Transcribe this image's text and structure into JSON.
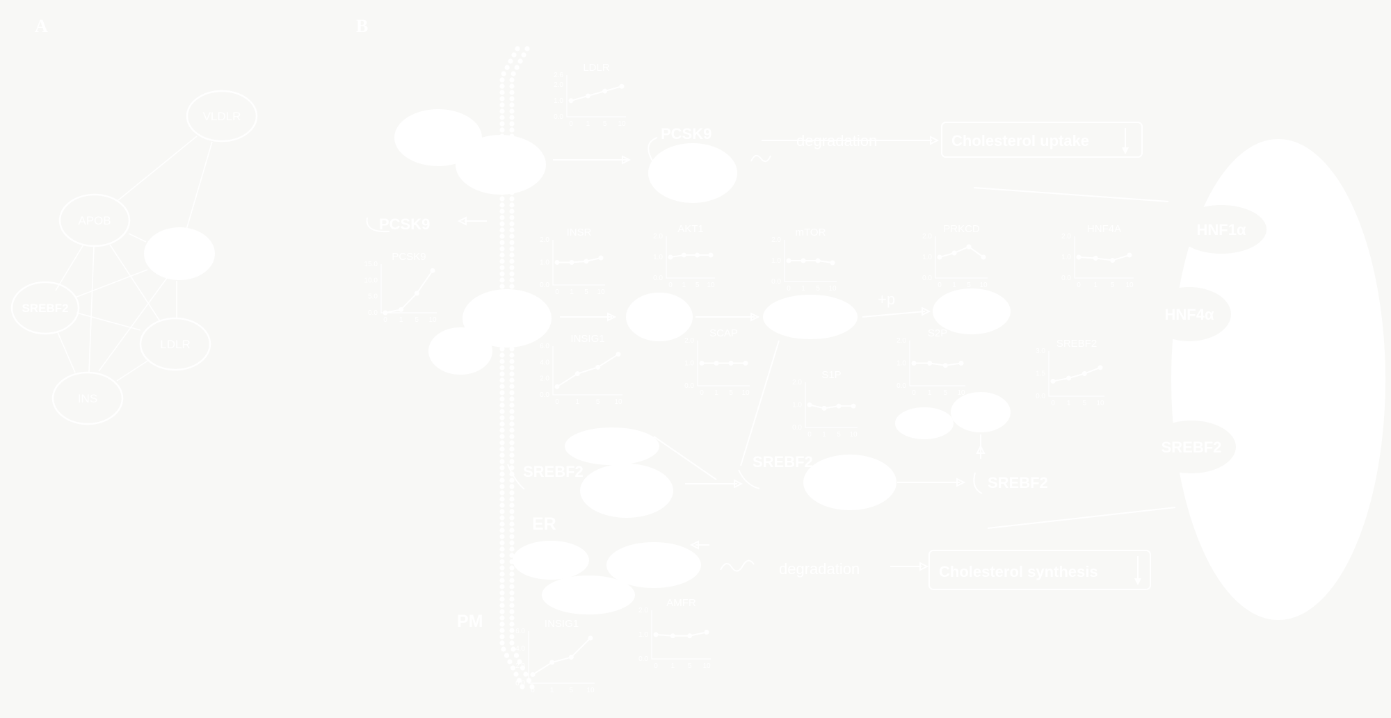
{
  "panels": {
    "a": "A",
    "b": "B"
  },
  "network": {
    "nodes": {
      "vldlr": "VLDLR",
      "apob": "APOB",
      "srebf2": "SREBF2",
      "ldlr": "LDLR",
      "ins": "INS"
    }
  },
  "pathway": {
    "pcsk9_right": "PCSK9",
    "pcsk9_left": "PCSK9",
    "degradation_top": "degradation",
    "degradation_bottom": "degradation",
    "cholesterol_uptake": "Cholesterol uptake",
    "cholesterol_synthesis": "Cholesterol synthesis",
    "plus_p": "+p",
    "srebf2_er": "SREBF2",
    "srebf2_golgi": "SREBF2",
    "srebf2_nucleus_path": "SREBF2",
    "er_label": "ER",
    "pm_label": "PM",
    "nucleus": {
      "hnf1a": "HNF1α",
      "hnf4a": "HNF4α",
      "srebf2": "SREBF2"
    }
  },
  "colors": {
    "background": "#f8f8f6",
    "foreground": "#ffffff"
  },
  "chart_data": [
    {
      "id": "ldlr",
      "type": "line",
      "title": "LDLR",
      "x": [
        0,
        1,
        5,
        10
      ],
      "values": [
        1.0,
        1.3,
        1.6,
        1.9
      ],
      "ylim": [
        0,
        2.6
      ],
      "yticks": [
        "0.0",
        "1.0",
        "2.0",
        "2.6"
      ],
      "xticks": [
        "0",
        "1",
        "5",
        "10"
      ]
    },
    {
      "id": "pcsk9",
      "type": "line",
      "title": "PCSK9",
      "x": [
        0,
        1,
        5,
        10
      ],
      "values": [
        0,
        1,
        6,
        13
      ],
      "ylim": [
        0,
        15
      ],
      "yticks": [
        "0.0",
        "5.0",
        "10.0",
        "15.0"
      ],
      "xticks": [
        "0",
        "1",
        "5",
        "10"
      ]
    },
    {
      "id": "insr",
      "type": "line",
      "title": "INSR",
      "x": [
        0,
        1,
        5,
        10
      ],
      "values": [
        1.0,
        1.0,
        1.05,
        1.2
      ],
      "ylim": [
        0,
        2.0
      ],
      "yticks": [
        "0.0",
        "1.0",
        "2.0"
      ],
      "xticks": [
        "0",
        "1",
        "5",
        "10"
      ]
    },
    {
      "id": "insig1_top",
      "type": "line",
      "title": "INSIG1",
      "x": [
        0,
        1,
        5,
        10
      ],
      "values": [
        1.0,
        2.6,
        3.4,
        5.0
      ],
      "ylim": [
        0,
        6.0
      ],
      "yticks": [
        "0.0",
        "2.0",
        "4.0",
        "6.0"
      ],
      "xticks": [
        "0",
        "1",
        "5",
        "10"
      ]
    },
    {
      "id": "akt1",
      "type": "line",
      "title": "AKT1",
      "x": [
        0,
        1,
        5,
        10
      ],
      "values": [
        1.0,
        1.1,
        1.1,
        1.1
      ],
      "ylim": [
        0,
        2.0
      ],
      "yticks": [
        "0.0",
        "1.0",
        "2.0"
      ],
      "xticks": [
        "0",
        "1",
        "5",
        "10"
      ]
    },
    {
      "id": "scap",
      "type": "line",
      "title": "SCAP",
      "x": [
        0,
        1,
        5,
        10
      ],
      "values": [
        1.0,
        1.0,
        1.0,
        1.0
      ],
      "ylim": [
        0,
        2.0
      ],
      "yticks": [
        "0.0",
        "1.0",
        "2.0"
      ],
      "xticks": [
        "0",
        "1",
        "5",
        "10"
      ]
    },
    {
      "id": "mtor",
      "type": "line",
      "title": "mTOR",
      "x": [
        0,
        1,
        5,
        10
      ],
      "values": [
        1.0,
        1.0,
        1.0,
        0.9
      ],
      "ylim": [
        0,
        2.0
      ],
      "yticks": [
        "0.0",
        "1.0",
        "2.0"
      ],
      "xticks": [
        "0",
        "1",
        "5",
        "10"
      ]
    },
    {
      "id": "s1p",
      "type": "line",
      "title": "S1P",
      "x": [
        0,
        1,
        5,
        10
      ],
      "values": [
        1.0,
        0.85,
        0.95,
        0.95
      ],
      "ylim": [
        0,
        2.0
      ],
      "yticks": [
        "0.0",
        "1.0",
        "2.0"
      ],
      "xticks": [
        "0",
        "1",
        "5",
        "10"
      ]
    },
    {
      "id": "prkcd",
      "type": "line",
      "title": "PRKCD",
      "x": [
        0,
        1,
        5,
        10
      ],
      "values": [
        1.0,
        1.2,
        1.5,
        1.0
      ],
      "ylim": [
        0,
        2.0
      ],
      "yticks": [
        "0.0",
        "1.0",
        "2.0"
      ],
      "xticks": [
        "0",
        "1",
        "5",
        "10"
      ]
    },
    {
      "id": "s2p",
      "type": "line",
      "title": "S2P",
      "x": [
        0,
        1,
        5,
        10
      ],
      "values": [
        1.0,
        1.0,
        0.9,
        1.0
      ],
      "ylim": [
        0,
        2.0
      ],
      "yticks": [
        "0.0",
        "1.0",
        "2.0"
      ],
      "xticks": [
        "0",
        "1",
        "5",
        "10"
      ]
    },
    {
      "id": "hnf4a",
      "type": "line",
      "title": "HNF4A",
      "x": [
        0,
        1,
        5,
        10
      ],
      "values": [
        1.0,
        0.95,
        0.85,
        1.1
      ],
      "ylim": [
        0,
        2.0
      ],
      "yticks": [
        "0.0",
        "1.0",
        "2.0"
      ],
      "xticks": [
        "0",
        "1",
        "5",
        "10"
      ]
    },
    {
      "id": "srebf2_chart",
      "type": "line",
      "title": "SREBF2",
      "x": [
        0,
        1,
        5,
        10
      ],
      "values": [
        1.0,
        1.2,
        1.5,
        1.9
      ],
      "ylim": [
        0,
        3.0
      ],
      "yticks": [
        "0.0",
        "1.5",
        "3.0"
      ],
      "xticks": [
        "0",
        "1",
        "5",
        "10"
      ]
    },
    {
      "id": "amfr",
      "type": "line",
      "title": "AMFR",
      "x": [
        0,
        1,
        5,
        10
      ],
      "values": [
        1.0,
        0.95,
        0.95,
        1.1
      ],
      "ylim": [
        0,
        2.0
      ],
      "yticks": [
        "0.0",
        "1.0",
        "2.0"
      ],
      "xticks": [
        "0",
        "1",
        "5",
        "10"
      ]
    },
    {
      "id": "insig1_bottom",
      "type": "line",
      "title": "INSIG1",
      "x": [
        0,
        1,
        5,
        10
      ],
      "values": [
        1.0,
        2.4,
        3.0,
        5.2
      ],
      "ylim": [
        0,
        6.0
      ],
      "yticks": [
        "0.0",
        "2.0",
        "4.0",
        "6.0"
      ],
      "xticks": [
        "0",
        "1",
        "5",
        "10"
      ]
    }
  ]
}
